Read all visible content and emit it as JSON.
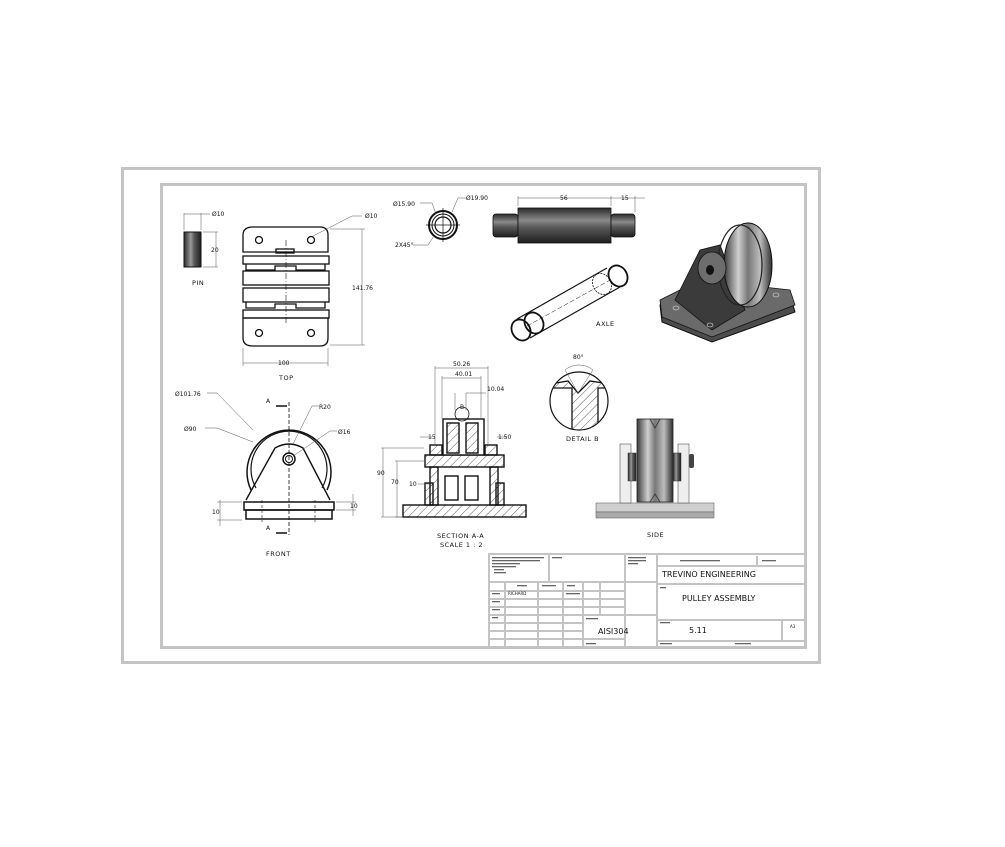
{
  "sheet": {
    "border_color": "#c4c4c4",
    "line_color": "#111111"
  },
  "views": {
    "pin": {
      "label": "PIN",
      "dim_diameter": "Ø10",
      "dim_height": "20"
    },
    "top": {
      "label": "TOP",
      "dim_hole": "Ø10",
      "dim_height": "141.76",
      "dim_width": "100"
    },
    "axle_end": {
      "dim_inner": "Ø15.90",
      "dim_outer": "Ø19.90",
      "dim_chamfer": "2X45°"
    },
    "axle_side": {
      "dim_length": "56",
      "dim_end": "15"
    },
    "axle_iso": {
      "label": "AXLE"
    },
    "front": {
      "label": "FRONT",
      "dim_outer": "Ø101.76",
      "dim_groove": "Ø90",
      "dim_radius": "R20",
      "dim_bore": "Ø16",
      "dim_base_left": "10",
      "dim_base_right": "10",
      "section_marker": "A"
    },
    "section": {
      "label": "SECTION A-A",
      "scale": "SCALE 1 : 2",
      "dim_top1": "50.26",
      "dim_top2": "40.01",
      "dim_top3": "10.04",
      "dim_left": "15",
      "dim_right": "1.50",
      "dim_h1": "90",
      "dim_h2": "70",
      "dim_inner": "10",
      "detail_marker": "B"
    },
    "detail": {
      "label": "DETAIL B",
      "angle": "80°"
    },
    "side": {
      "label": "SIDE"
    }
  },
  "title_block": {
    "company": "TREVINO ENGINEERING",
    "title": "PULLEY ASSEMBLY",
    "material": "AISI304",
    "dwg_no": "5.11",
    "size": "A3",
    "drawn_by": "RICHARD"
  }
}
